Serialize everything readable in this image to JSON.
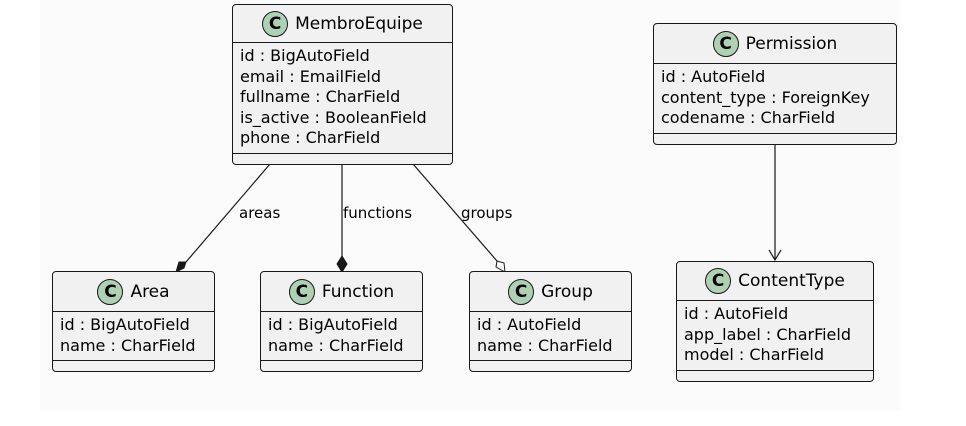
{
  "classes": {
    "membro": {
      "icon": "C",
      "name": "MembroEquipe",
      "fields": [
        "id : BigAutoField",
        "email : EmailField",
        "fullname : CharField",
        "is_active : BooleanField",
        "phone : CharField"
      ]
    },
    "permission": {
      "icon": "C",
      "name": "Permission",
      "fields": [
        "id : AutoField",
        "content_type : ForeignKey",
        "codename : CharField"
      ]
    },
    "area": {
      "icon": "C",
      "name": "Area",
      "fields": [
        "id : BigAutoField",
        "name : CharField"
      ]
    },
    "function": {
      "icon": "C",
      "name": "Function",
      "fields": [
        "id : BigAutoField",
        "name : CharField"
      ]
    },
    "group": {
      "icon": "C",
      "name": "Group",
      "fields": [
        "id : AutoField",
        "name : CharField"
      ]
    },
    "contenttype": {
      "icon": "C",
      "name": "ContentType",
      "fields": [
        "id : AutoField",
        "app_label : CharField",
        "model : CharField"
      ]
    }
  },
  "relations": {
    "areas": "areas",
    "functions": "functions",
    "groups": "groups"
  },
  "colors": {
    "class_fill": "#f1f1f1",
    "class_icon": "#add1b2",
    "stroke": "#181818"
  }
}
